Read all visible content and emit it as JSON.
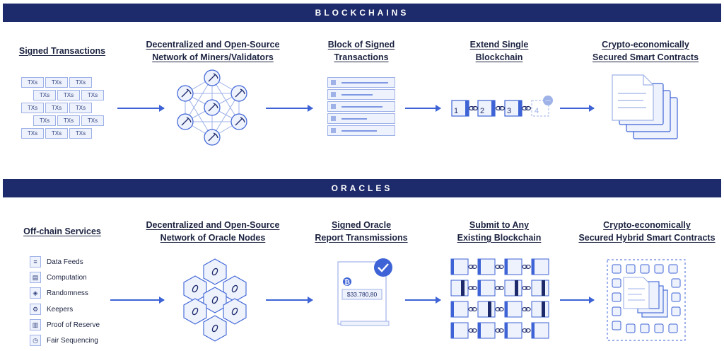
{
  "blockchains": {
    "banner": "BLOCKCHAINS",
    "steps": [
      {
        "line1": "Signed Transactions",
        "line2": ""
      },
      {
        "line1": "Decentralized and Open-Source",
        "line2": "Network of Miners/Validators"
      },
      {
        "line1": "Block of Signed",
        "line2": "Transactions"
      },
      {
        "line1": "Extend Single",
        "line2": "Blockchain"
      },
      {
        "line1": "Crypto-economically",
        "line2": "Secured Smart Contracts"
      }
    ],
    "tx_label": "TXs",
    "chain_blocks": [
      "1",
      "2",
      "3",
      "4"
    ],
    "pending_badge": "..."
  },
  "oracles": {
    "banner": "ORACLES",
    "steps": [
      {
        "line1": "Off-chain Services",
        "line2": ""
      },
      {
        "line1": "Decentralized and Open-Source",
        "line2": "Network of Oracle Nodes"
      },
      {
        "line1": "Signed Oracle",
        "line2": "Report Transmissions"
      },
      {
        "line1": "Submit to Any",
        "line2": "Existing Blockchain"
      },
      {
        "line1": "Crypto-economically",
        "line2": "Secured Hybrid Smart Contracts"
      }
    ],
    "services": [
      {
        "label": "Data Feeds",
        "icon": "data-feeds-icon",
        "glyph": "≡"
      },
      {
        "label": "Computation",
        "icon": "computation-icon",
        "glyph": "▤"
      },
      {
        "label": "Randomness",
        "icon": "randomness-icon",
        "glyph": "◈"
      },
      {
        "label": "Keepers",
        "icon": "keepers-icon",
        "glyph": "⚙"
      },
      {
        "label": "Proof of Reserve",
        "icon": "proof-of-reserve-icon",
        "glyph": "▥"
      },
      {
        "label": "Fair Sequencing",
        "icon": "fair-sequencing-icon",
        "glyph": "◷"
      }
    ],
    "report_value": "$33.780,80",
    "report_symbol": "₿"
  },
  "colors": {
    "navy": "#1d2a6b",
    "accent": "#3d63d6",
    "light": "#eef2fc",
    "border": "#9fb2e8"
  }
}
